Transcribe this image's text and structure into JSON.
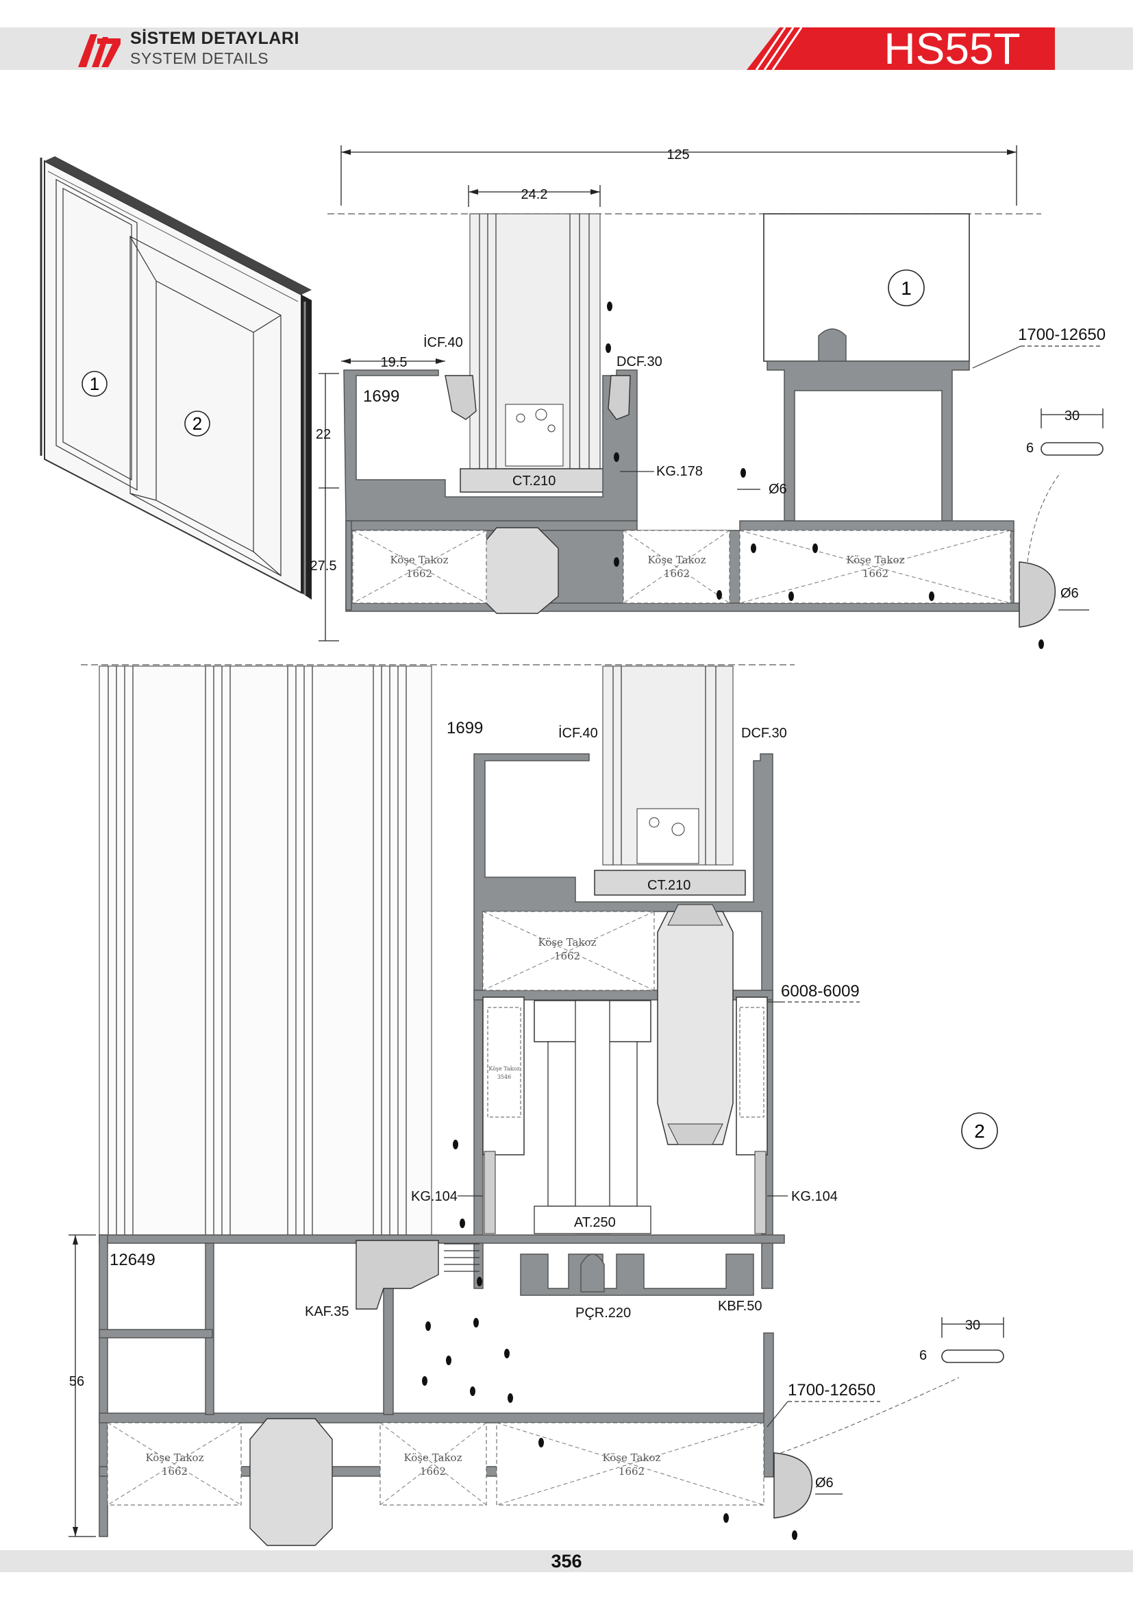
{
  "header": {
    "title_tr": "SİSTEM DETAYLARI",
    "title_en": "SYSTEM DETAILS",
    "model": "HS55T",
    "colors": {
      "band": "#e4e4e4",
      "accent": "#e41e26",
      "profile": "#8d9194"
    }
  },
  "logo": {
    "icon": "company-logo-icon"
  },
  "perspective": {
    "marker_1": "1",
    "marker_2": "2"
  },
  "section_1": {
    "marker": "1",
    "dimensions": {
      "total_width": "125",
      "glass_width": "24.2",
      "frame_offset": "19.5",
      "height_upper": "22",
      "height_lower": "27.5",
      "gasket_width": "30",
      "gasket_height": "6",
      "hole_dia": "Ø6",
      "hole_dia_2": "Ø6"
    },
    "labels": {
      "sash": "1699",
      "inner_gasket": "İCF.40",
      "outer_gasket": "DCF.30",
      "glazing_block": "CT.210",
      "gasket_kg": "KG.178",
      "frame": "1700-12650"
    },
    "corner_cleats": [
      "Köşe Takoz",
      "1662"
    ]
  },
  "section_2": {
    "marker": "2",
    "dimensions": {
      "height": "56",
      "gasket_width": "30",
      "gasket_height": "6",
      "hole_dia": "Ø6"
    },
    "labels": {
      "sash": "1699",
      "inner_gasket": "İCF.40",
      "outer_gasket": "DCF.30",
      "glazing_block": "CT.210",
      "interlock": "6008-6009",
      "gasket_left": "KG.104",
      "gasket_right": "KG.104",
      "roller": "AT.250",
      "track": "PÇR.220",
      "brush_gasket": "KAF.35",
      "wedge_gasket": "KBF.50",
      "frame": "1700-12650",
      "side_frame": "12649"
    },
    "corner_cleats": [
      "Köşe Takoz",
      "1662"
    ],
    "small_cleats": [
      "Köşe Takoz",
      "3546"
    ]
  },
  "footer": {
    "page": "356"
  }
}
